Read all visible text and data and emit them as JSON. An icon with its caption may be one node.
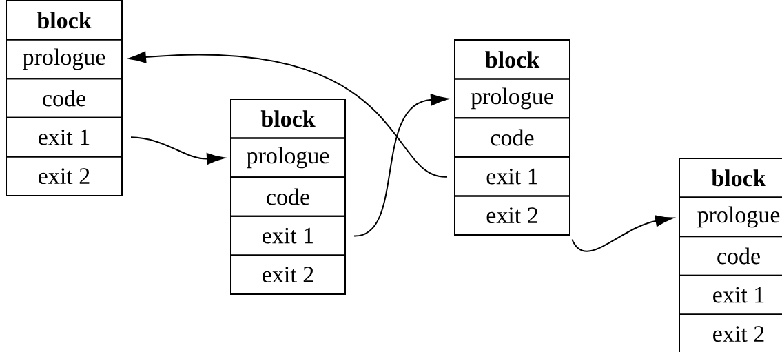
{
  "diagram": {
    "nodes": [
      {
        "text": [
          "block"
        ]
      },
      {
        "text": [
          "prologue"
        ]
      },
      {
        "text": [
          "code"
        ]
      },
      {
        "text": [
          "exit 1"
        ]
      },
      {
        "text": [
          "exit 2"
        ]
      },
      {
        "text": [
          "block"
        ]
      },
      {
        "text": [
          "prologue"
        ]
      },
      {
        "text": [
          "code"
        ]
      },
      {
        "text": [
          "exit 1"
        ]
      },
      {
        "text": [
          "exit 2"
        ]
      },
      {
        "text": [
          "block"
        ]
      },
      {
        "text": [
          "prologue"
        ]
      },
      {
        "text": [
          "code"
        ]
      },
      {
        "text": [
          "exit 1"
        ]
      },
      {
        "text": [
          "exit 2"
        ]
      },
      {
        "text": [
          "block"
        ]
      },
      {
        "text": [
          "prologue"
        ]
      },
      {
        "text": [
          "code"
        ]
      },
      {
        "text": [
          "exit 1"
        ]
      },
      {
        "text": [
          "exit 2"
        ]
      }
    ],
    "edges": [
      {
        "from": 3,
        "to": 6,
        "arrow": "to"
      },
      {
        "from": 8,
        "to": 11,
        "arrow": "to"
      },
      {
        "from": 13,
        "to": 1,
        "arrow": "to"
      },
      {
        "from": 14,
        "to": 16,
        "arrow": "to"
      }
    ]
  }
}
